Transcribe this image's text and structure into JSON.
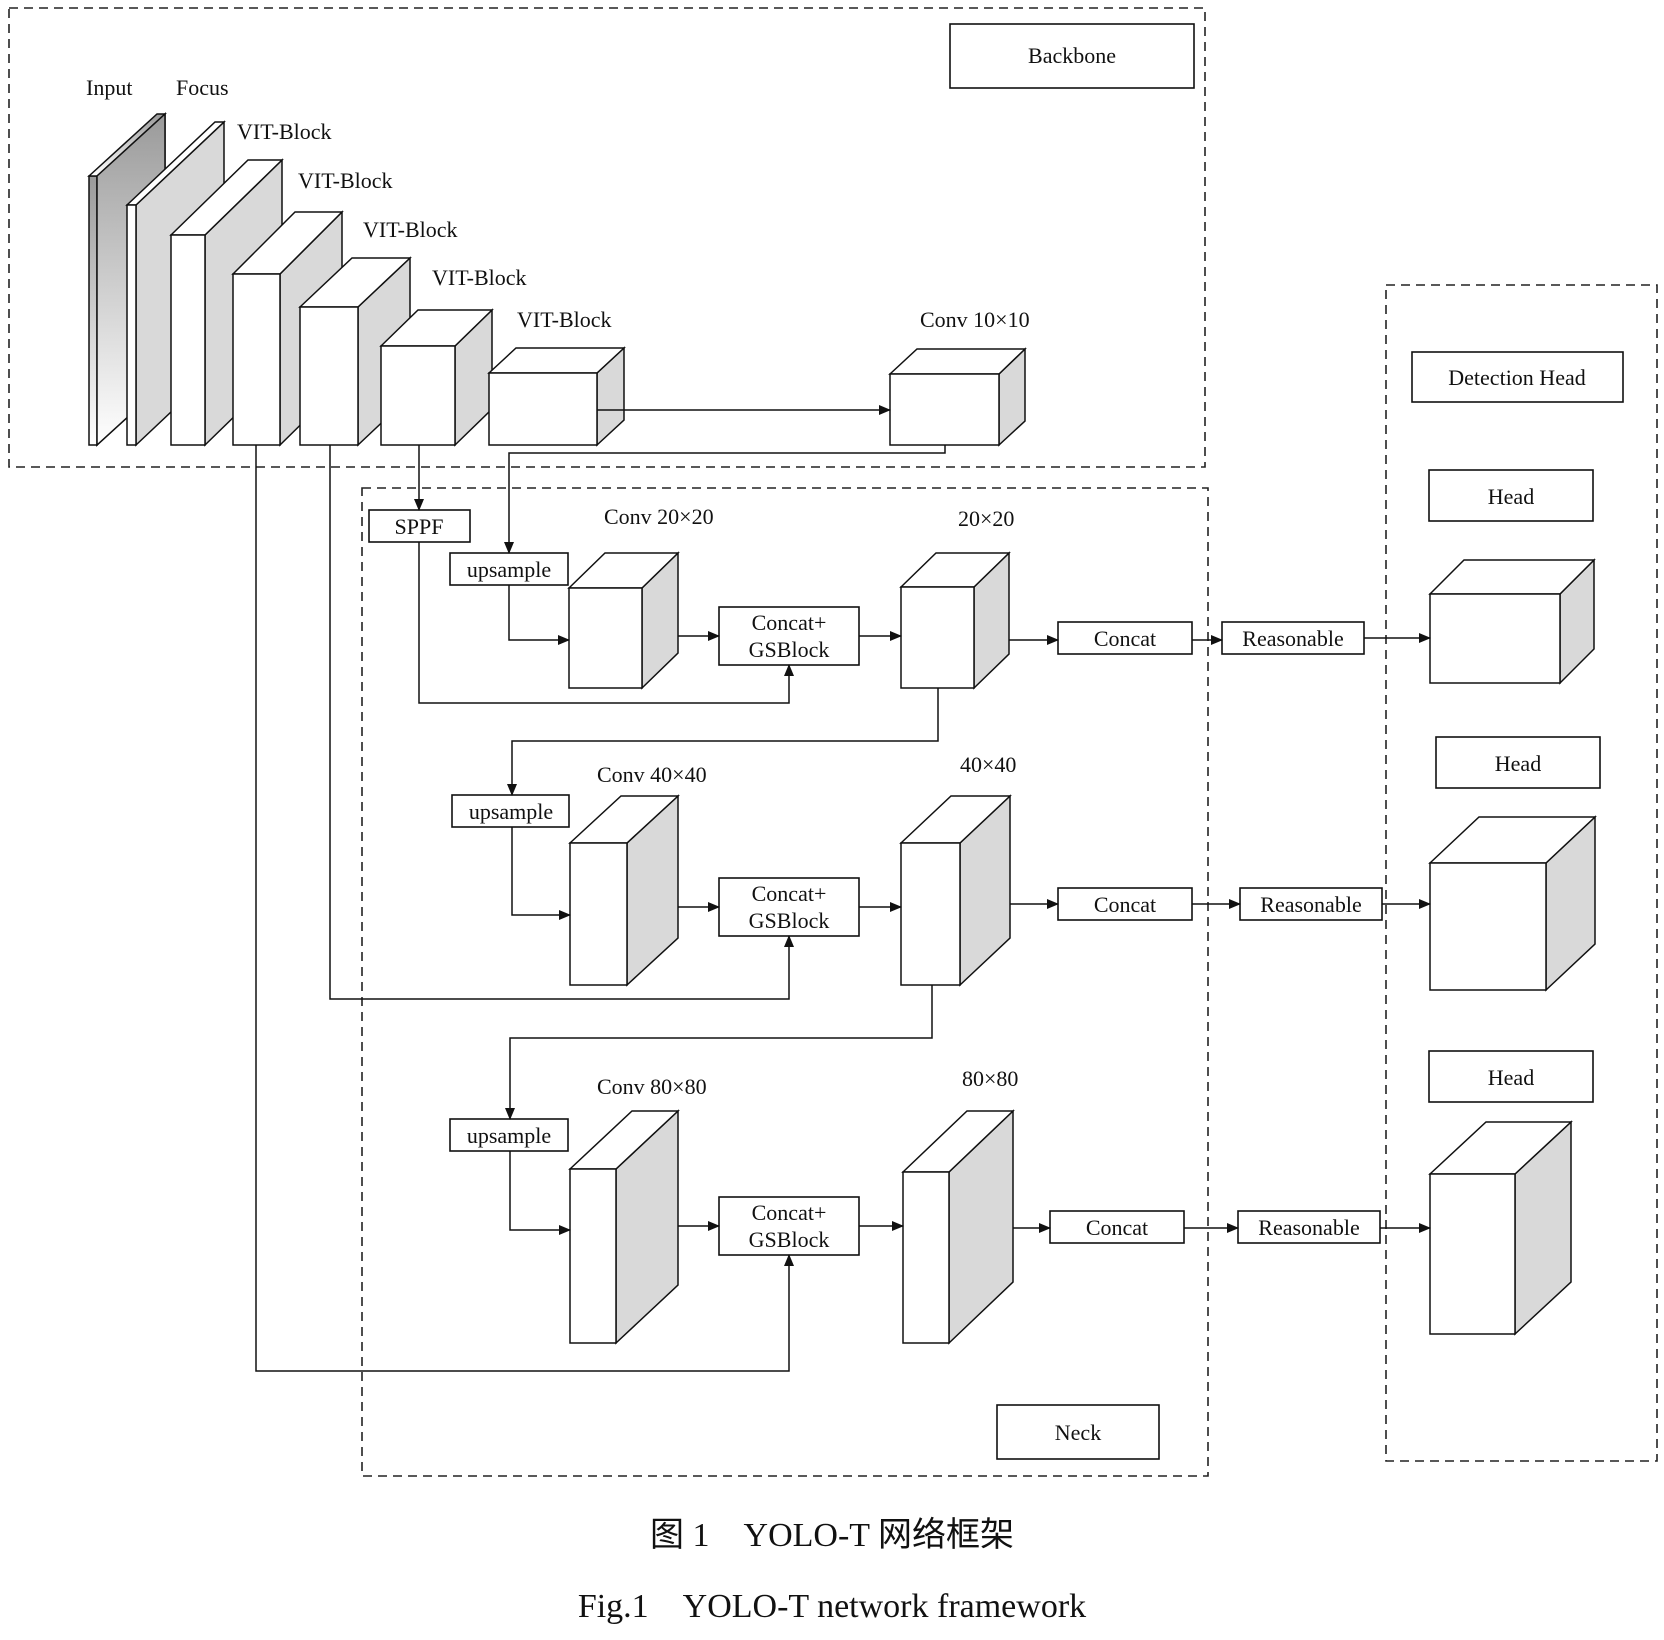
{
  "sections": {
    "backbone": "Backbone",
    "neck": "Neck",
    "detection_head": "Detection Head"
  },
  "backbone_labels": {
    "input": "Input",
    "focus": "Focus",
    "vit_block": "VIT-Block",
    "conv_10": "Conv 10×10"
  },
  "neck_labels": {
    "sppf": "SPPF",
    "upsample": "upsample",
    "concat_gs_line1": "Concat+",
    "concat_gs_line2": "GSBlock",
    "concat": "Concat",
    "reasonable": "Reasonable",
    "conv_20": "Conv 20×20",
    "out_20": "20×20",
    "conv_40": "Conv 40×40",
    "out_40": "40×40",
    "conv_80": "Conv 80×80",
    "out_80": "80×80"
  },
  "head_labels": {
    "head": "Head"
  },
  "caption": {
    "chinese": "图 1　YOLO-T 网络框架",
    "english": "Fig.1　YOLO-T network framework"
  }
}
